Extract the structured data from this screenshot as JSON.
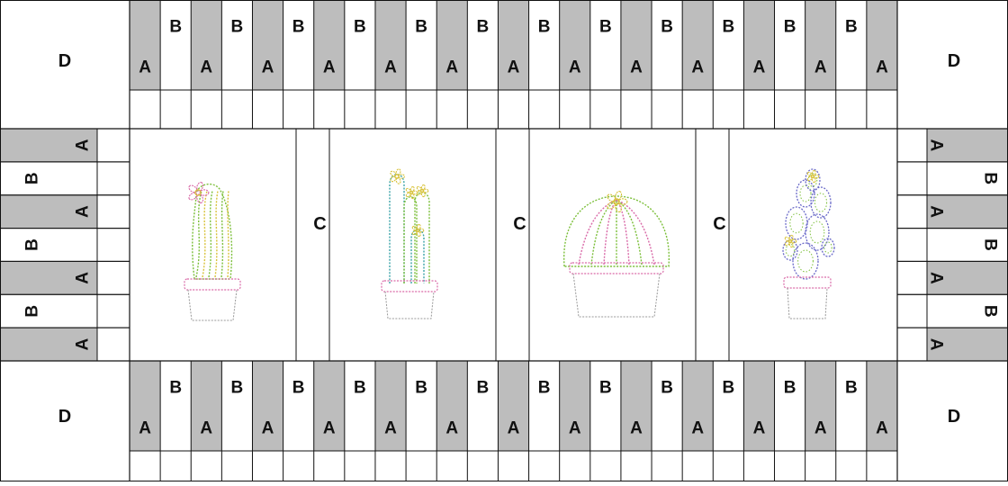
{
  "labels": {
    "a": "A",
    "b": "B",
    "c": "C",
    "d": "D"
  },
  "layout": {
    "top_strip_pattern": [
      "A",
      "B",
      "A",
      "B",
      "A",
      "B",
      "A",
      "B",
      "A",
      "B",
      "A",
      "B",
      "A",
      "B",
      "A",
      "B",
      "A",
      "B",
      "A",
      "B",
      "A",
      "B",
      "A",
      "B",
      "A"
    ],
    "bottom_strip_pattern": [
      "A",
      "B",
      "A",
      "B",
      "A",
      "B",
      "A",
      "B",
      "A",
      "B",
      "A",
      "B",
      "A",
      "B",
      "A",
      "B",
      "A",
      "B",
      "A",
      "B",
      "A",
      "B",
      "A",
      "B",
      "A"
    ],
    "side_strip_pattern": [
      "A",
      "B",
      "A",
      "B",
      "A",
      "B",
      "A"
    ],
    "sashing_label": "C",
    "corner_label": "D"
  },
  "blocks": [
    {
      "design": "cactus-tall-twisted-with-flower"
    },
    {
      "design": "cactus-columns-with-flowers"
    },
    {
      "design": "cactus-barrel-with-flower"
    },
    {
      "design": "cactus-prickly-pear"
    }
  ],
  "colors": {
    "strip_a": "#bdbdbd",
    "strip_b": "#ffffff",
    "line": "#111111",
    "stitch_green": "#7cbf3a",
    "stitch_yellow": "#d8c23a",
    "stitch_pink": "#d96aa8",
    "stitch_teal": "#3aa3a8",
    "stitch_blue": "#6a6ac8"
  }
}
